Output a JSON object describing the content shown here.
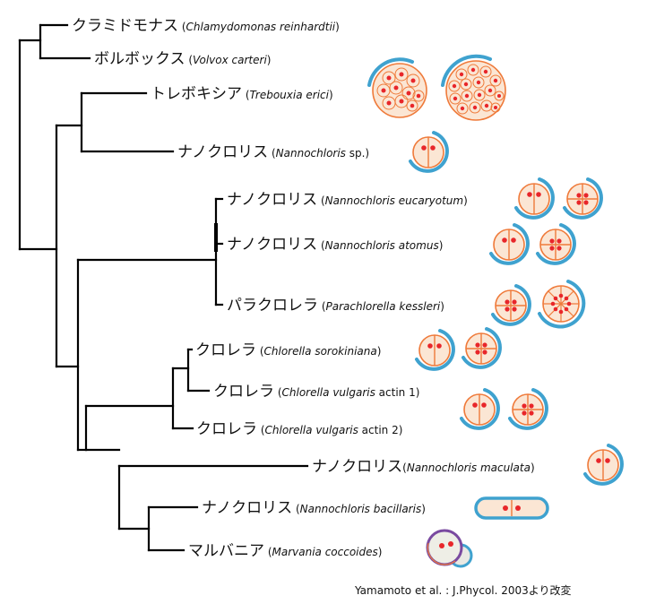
{
  "taxa": [
    {
      "jp": "クラミドモナス",
      "open": " (",
      "genus": "Chlamydomonas reinhardtii",
      "rest": ")"
    },
    {
      "jp": "ボルボックス",
      "open": " (",
      "genus": "Volvox carteri",
      "rest": ")"
    },
    {
      "jp": "トレボキシア",
      "open": " (",
      "genus": "Trebouxia erici",
      "rest": ")"
    },
    {
      "jp": "ナノクロリス",
      "open": " (",
      "genus": "Nannochloris",
      "rest": " sp.)"
    },
    {
      "jp": "ナノクロリス",
      "open": " (",
      "genus": "Nannochloris eucaryotum",
      "rest": ")"
    },
    {
      "jp": "ナノクロリス",
      "open": " (",
      "genus": "Nannochloris atomus",
      "rest": ")"
    },
    {
      "jp": "パラクロレラ",
      "open": " (",
      "genus": "Parachlorella kessleri",
      "rest": ")"
    },
    {
      "jp": "クロレラ",
      "open": " (",
      "genus": "Chlorella sorokiniana",
      "rest": ")"
    },
    {
      "jp": "クロレラ",
      "open": " (",
      "genus": "Chlorella vulgaris",
      "rest": " actin 1)"
    },
    {
      "jp": "クロレラ",
      "open": " (",
      "genus": "Chlorella vulgaris",
      "rest": " actin 2)"
    },
    {
      "jp": "ナノクロリス",
      "open": "(",
      "genus": "Nannochloris maculata",
      "rest": ")"
    },
    {
      "jp": "ナノクロリス",
      "open": " (",
      "genus": "Nannochloris bacillaris",
      "rest": ")"
    },
    {
      "jp": "マルバニア",
      "open": " (",
      "genus": "Marvania coccoides",
      "rest": ")"
    }
  ],
  "credit": "Yamamoto et al. : J.Phycol. 2003より改変",
  "colors": {
    "branch": "#000000",
    "cell_fill": "#fbe6d4",
    "cell_stroke": "#ef7a3a",
    "nucleus": "#e8262a",
    "wall_arc": "#3fa2cf",
    "marvania_wall": "#7a4aa0"
  }
}
